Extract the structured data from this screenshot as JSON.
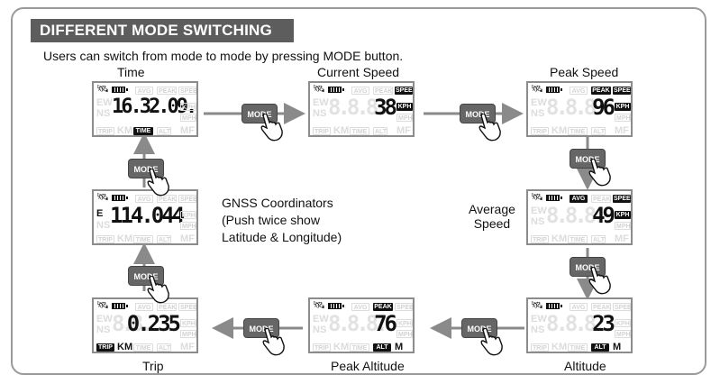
{
  "header": {
    "title": "DIFFERENT MODE SWITCHING"
  },
  "subtitle": "Users can switch from mode to mode by pressing MODE button.",
  "mode_label": "MODE",
  "tags": {
    "avg": "AVG",
    "peak": "PEAK",
    "speed": "SPEED",
    "kph": "KPH",
    "mph": "MPH",
    "trip": "TRIP",
    "time": "TIME",
    "alt": "ALT",
    "km": "KM",
    "m": "M",
    "mf": "MF",
    "ew": "EW",
    "ns": "NS",
    "e": "E"
  },
  "screens": {
    "time": {
      "label": "Time",
      "value": "16.32.09."
    },
    "current_speed": {
      "label": "Current Speed",
      "value": "38"
    },
    "peak_speed": {
      "label": "Peak Speed",
      "value": "96"
    },
    "average_speed": {
      "label": "Average\nSpeed",
      "label_line1": "Average",
      "label_line2": "Speed",
      "value": "49"
    },
    "altitude": {
      "label": "Altitude",
      "value": "23"
    },
    "peak_altitude": {
      "label": "Peak Altitude",
      "value": "76"
    },
    "trip": {
      "label": "Trip",
      "value": "0.235"
    },
    "gnss": {
      "label_line1": "GNSS Coordinators",
      "label_line2": "(Push twice show",
      "label_line3": "Latitude & Longitude)",
      "value": "114.044"
    }
  },
  "colors": {
    "header_bg": "#5d5d5d",
    "button_bg": "#666666",
    "arrow": "#8a8a8a",
    "frame": "#9a9a9a"
  }
}
